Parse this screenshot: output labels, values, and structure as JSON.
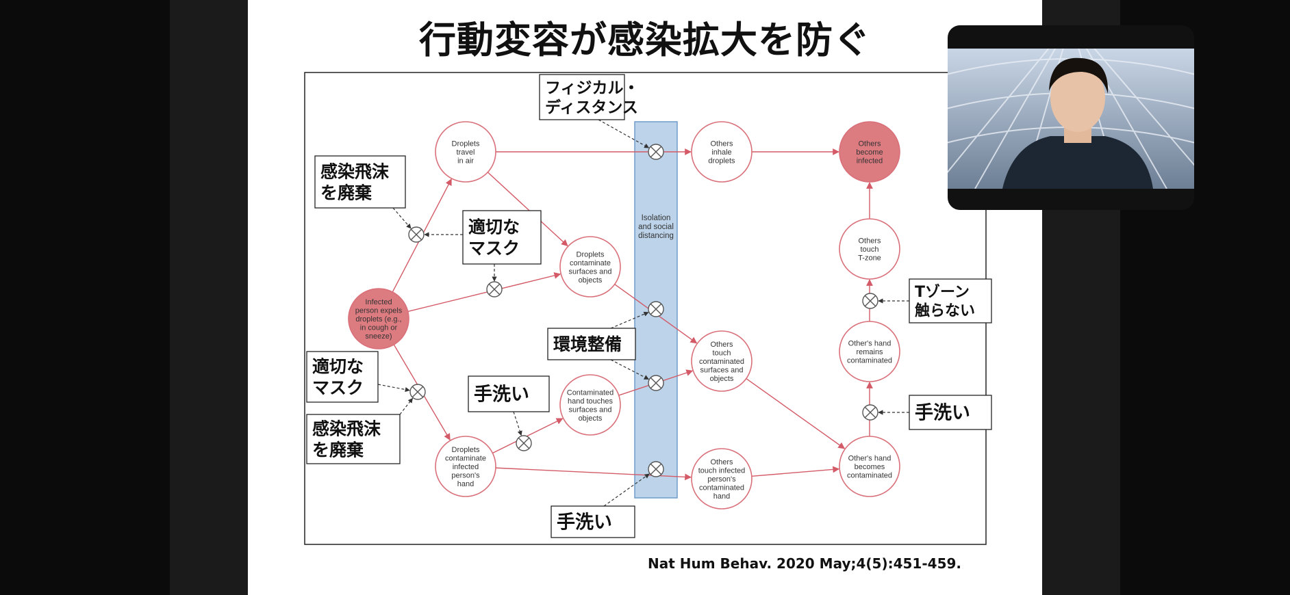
{
  "slide": {
    "title": "行動変容が感染拡大を防ぐ",
    "citation": "Nat Hum Behav. 2020 May;4(5):451-459."
  },
  "diagram": {
    "nodes": [
      {
        "id": "infected",
        "lines": [
          "Infected",
          "person expels",
          "droplets (e.g.,",
          "in cough or",
          "sneeze)"
        ],
        "filled": true
      },
      {
        "id": "travel",
        "lines": [
          "Droplets",
          "travel",
          "in air"
        ],
        "filled": false
      },
      {
        "id": "surfaces",
        "lines": [
          "Droplets",
          "contaminate",
          "surfaces and",
          "objects"
        ],
        "filled": false
      },
      {
        "id": "hand",
        "lines": [
          "Droplets",
          "contaminate",
          "infected",
          "person's",
          "hand"
        ],
        "filled": false
      },
      {
        "id": "handtouch",
        "lines": [
          "Contaminated",
          "hand touches",
          "surfaces and",
          "objects"
        ],
        "filled": false
      },
      {
        "id": "inhale",
        "lines": [
          "Others",
          "inhale",
          "droplets"
        ],
        "filled": false
      },
      {
        "id": "touchsurf",
        "lines": [
          "Others",
          "touch",
          "contaminated",
          "surfaces and",
          "objects"
        ],
        "filled": false
      },
      {
        "id": "touchhand",
        "lines": [
          "Others",
          "touch infected",
          "person's",
          "contaminated",
          "hand"
        ],
        "filled": false
      },
      {
        "id": "infectedothers",
        "lines": [
          "Others",
          "become",
          "infected"
        ],
        "filled": true
      },
      {
        "id": "tzone",
        "lines": [
          "Others",
          "touch",
          "T-zone"
        ],
        "filled": false
      },
      {
        "id": "remains",
        "lines": [
          "Other's hand",
          "remains",
          "contaminated"
        ],
        "filled": false
      },
      {
        "id": "becomes",
        "lines": [
          "Other's hand",
          "becomes",
          "contaminated"
        ],
        "filled": false
      }
    ],
    "isolation_band_lines": [
      "Isolation",
      "and social",
      "distancing"
    ],
    "label_boxes": [
      {
        "id": "physical",
        "lines": [
          "フィジカル・",
          "ディスタンス"
        ]
      },
      {
        "id": "dispose1",
        "lines": [
          "感染飛沫",
          "を廃棄"
        ]
      },
      {
        "id": "mask1",
        "lines": [
          "適切な",
          "マスク"
        ]
      },
      {
        "id": "mask2",
        "lines": [
          "適切な",
          "マスク"
        ]
      },
      {
        "id": "dispose2",
        "lines": [
          "感染飛沫",
          "を廃棄"
        ]
      },
      {
        "id": "environment",
        "lines": [
          "環境整備"
        ]
      },
      {
        "id": "handwash1",
        "lines": [
          "手洗い"
        ]
      },
      {
        "id": "handwash2",
        "lines": [
          "手洗い"
        ]
      },
      {
        "id": "tzonebox",
        "lines": [
          "Tゾーン",
          "触らない"
        ]
      },
      {
        "id": "handwash3",
        "lines": [
          "手洗い"
        ]
      }
    ]
  },
  "colors": {
    "node_stroke": "#d9707a",
    "node_fill_infected": "#dc7b80",
    "arrow": "#d35a66",
    "band_fill": "#bcd3ea",
    "band_stroke": "#6f9bc8",
    "barrier": "#555555"
  }
}
